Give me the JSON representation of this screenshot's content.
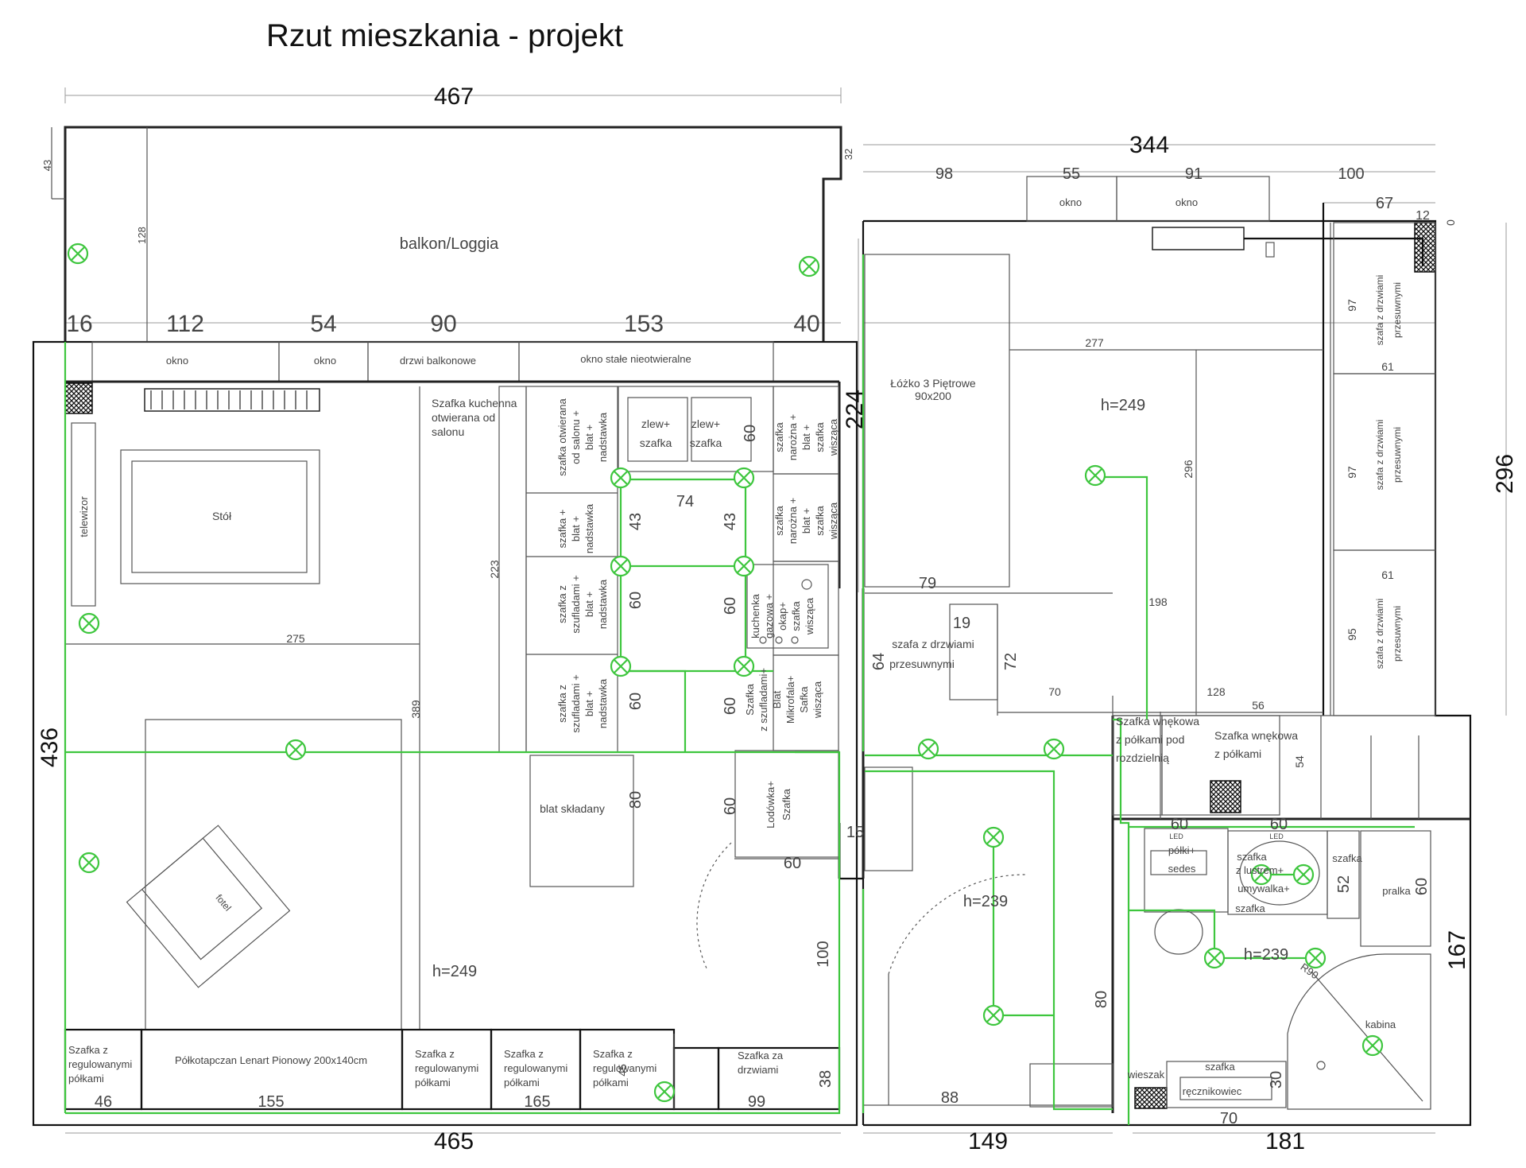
{
  "title": "Rzut mieszkania - projekt",
  "colors": {
    "wall": "#222222",
    "installation": "#3ec63e",
    "dimension": "#9a9a9a"
  },
  "dimensions": {
    "top_467": "467",
    "top_344": "344",
    "d98": "98",
    "d55": "55",
    "d91": "91",
    "d100": "100",
    "d67": "67",
    "d12": "12",
    "d0": "0",
    "d16": "16",
    "d112": "112",
    "d54": "54",
    "d90": "90",
    "d153": "153",
    "d40": "40",
    "d43": "43",
    "d128": "128",
    "d32": "32",
    "d224": "224",
    "d296": "296",
    "d436": "436",
    "d167": "167",
    "d277": "277",
    "d296b": "296",
    "d198": "198",
    "d79": "79",
    "d19": "19",
    "d64": "64",
    "d72": "72",
    "d70": "70",
    "d128b": "128",
    "d56": "56",
    "d54b": "54",
    "d97a": "97",
    "d61a": "61",
    "d97b": "97",
    "d61b": "61",
    "d95": "95",
    "d275": "275",
    "d389": "389",
    "d223": "223",
    "d74": "74",
    "d43a": "43",
    "d43b": "43",
    "d60a": "60",
    "d60b": "60",
    "d60c": "60",
    "d60d": "60",
    "d60e": "60",
    "d60f": "60",
    "d80": "80",
    "d60g": "60",
    "d60h": "60",
    "d15": "15",
    "d100b": "100",
    "d80b": "80",
    "d88": "88",
    "d38": "38",
    "d60i": "60",
    "d60j": "60",
    "d52": "52",
    "d60k": "60",
    "d30": "30",
    "d70b": "70",
    "d45": "45",
    "d46": "46",
    "d155": "155",
    "d165": "165",
    "d99": "99",
    "bottom_465": "465",
    "bottom_149": "149",
    "bottom_181": "181"
  },
  "labels": {
    "balkon": "balkon/Loggia",
    "okno": "okno",
    "drzwi_balkonowe": "drzwi balkonowe",
    "okno_stale": "okno stałe nieotwieralne",
    "telewizor": "telewizor",
    "stol": "Stół",
    "fotel": "fotel",
    "h249_living": "h=249",
    "szafka_kuchenna_l1": "Szafka kuchenna",
    "szafka_kuchenna_l2": "otwierana od",
    "szafka_kuchenna_l3": "salonu",
    "k1_l1": "szafka otwierana",
    "k1_l2": "od salonu +",
    "k1_l3": "blat +",
    "k1_l4": "nadstawka",
    "k2_l1": "szafka +",
    "k2_l2": "blat +",
    "k2_l3": "nadstawka",
    "k3_l1": "szafka z",
    "k3_l2": "szufladami +",
    "k3_l3": "blat +",
    "k3_l4": "nadstawka",
    "zlew_l1": "zlew+",
    "zlew_l2": "szafka",
    "n1_l1": "szafka",
    "n1_l2": "narożna +",
    "n1_l3": "blat +",
    "n1_l4": "szafka",
    "n1_l5": "wisząca",
    "kuch_l1": "kuchenka",
    "kuch_l2": "gazowa +",
    "kuch_l3": "okap+",
    "kuch_l4": "szafka",
    "kuch_l5": "wisząca",
    "mik_l1": "Szafka",
    "mik_l2": "z szufladami+",
    "mik_l3": "Blat",
    "mik_l4": "Mikrofala+",
    "mik_l5": "Safka",
    "mik_l6": "wisząca",
    "lod_l1": "Lodówka+",
    "lod_l2": "Szafka",
    "blat_skladany": "blat składany",
    "lozko_l1": "Łóżko 3 Piętrowe",
    "lozko_l2": "90x200",
    "h249_bed": "h=249",
    "szafa_przes_l1": "szafa z drzwiami",
    "szafa_przes_l2": "przesuwnymi",
    "wneka1_l1": "Szafka wnękowa",
    "wneka1_l2": "z półkami pod",
    "wneka1_l3": "rozdzielnią",
    "wneka2_l1": "Szafka wnękowa",
    "wneka2_l2": "z półkami",
    "h239_hall": "h=239",
    "h239_bath": "h=239",
    "polki_l1": "półki+",
    "polki_l2": "sedes",
    "lustro_l1": "szafka",
    "lustro_l2": "z lustrem+",
    "lustro_l3": "umywalka+",
    "lustro_l4": "szafka",
    "szafka_bath": "szafka",
    "pralka": "pralka",
    "kabina": "kabina",
    "r90": "R90",
    "wieszak": "wieszak",
    "szafka_rec": "szafka",
    "recznikowiec": "ręcznikowiec",
    "led": "LED",
    "b1_l1": "Szafka z",
    "b1_l2": "regulowanymi",
    "b1_l3": "półkami",
    "polkotapczan": "Półkotapczan Lenart Pionowy 200x140cm",
    "b3_l1": "Szafka z",
    "b3_l2": "regulowanymi",
    "b3_l3": "półkami",
    "b4_l1": "Szafka z",
    "b4_l2": "regulowanymi",
    "b4_l3": "półkami",
    "b5_l1": "Szafka z",
    "b5_l2": "regulowanymi",
    "b5_l3": "półkami",
    "b6_l1": "Szafka za",
    "b6_l2": "drzwiami"
  }
}
